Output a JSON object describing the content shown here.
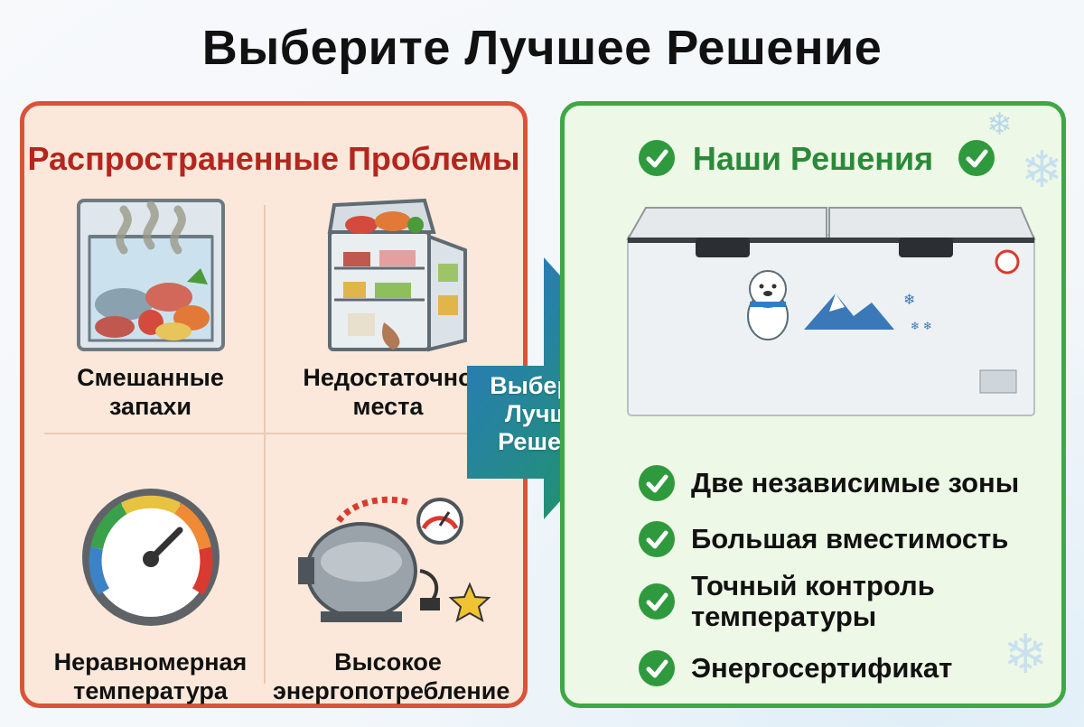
{
  "page": {
    "title": "Выберите Лучшее Решение"
  },
  "problems": {
    "heading": "Распространенные Проблемы",
    "items": [
      {
        "label": "Смешанные запахи",
        "icon": "mixed-smells-icon"
      },
      {
        "label": "Недостаточно места",
        "icon": "overfilled-fridge-icon"
      },
      {
        "label": "Неравномерная температура",
        "icon": "gauge-icon"
      },
      {
        "label": "Высокое энергопотребление",
        "icon": "compressor-icon"
      }
    ]
  },
  "arrow": {
    "label": "Выберите Лучшее Решение"
  },
  "solutions": {
    "heading": "Наши Решения",
    "items": [
      {
        "label": "Две независимые зоны"
      },
      {
        "label": "Большая вместимость"
      },
      {
        "label": "Точный контроль температуры"
      },
      {
        "label": "Энергосертификат"
      }
    ]
  },
  "colors": {
    "problem_border": "#d9533a",
    "problem_heading": "#b4261e",
    "solution_border": "#3ea845",
    "solution_heading": "#2a8a3a",
    "check": "#2e9a3d"
  }
}
